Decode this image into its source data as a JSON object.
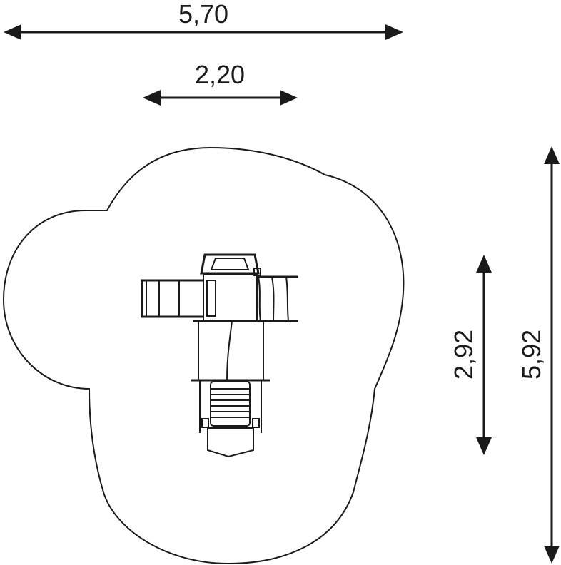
{
  "dimensions": {
    "overall_width": "5,70",
    "structure_width": "2,20",
    "structure_depth": "2,92",
    "overall_depth": "5,92"
  },
  "colors": {
    "line": "#1a1a1a",
    "background": "#ffffff"
  }
}
